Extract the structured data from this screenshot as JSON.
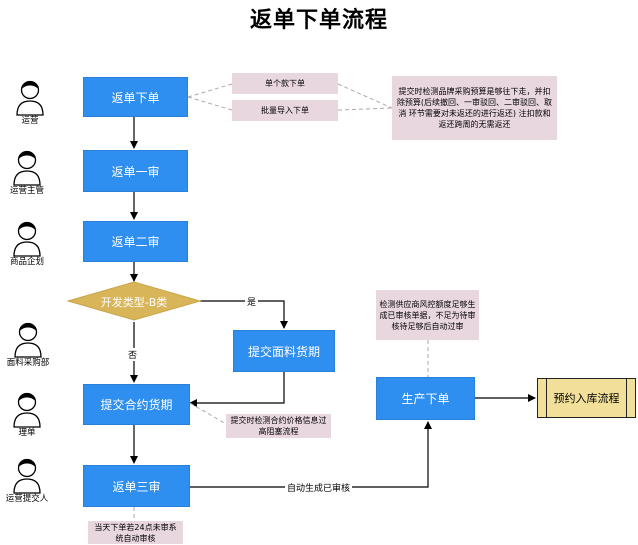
{
  "title": "返单下单流程",
  "actors": [
    {
      "key": "yunying",
      "label": "运营"
    },
    {
      "key": "zhuguan",
      "label": "运营主管"
    },
    {
      "key": "qihua",
      "label": "商品企划"
    },
    {
      "key": "caigou",
      "label": "面料采购部"
    },
    {
      "key": "lidan",
      "label": "理单"
    },
    {
      "key": "tijiao",
      "label": "运营提交人"
    }
  ],
  "nodes": {
    "fandan_xiadan": "返单下单",
    "fandan_yishen": "返单一审",
    "fandan_ershen": "返单二审",
    "decision": "开发类型-B类",
    "tijiao_mianliao": "提交面料货期",
    "tijiao_heyue": "提交合约货期",
    "fandan_sanshen": "返单三审",
    "shengchan_xiadan": "生产下单",
    "yuyue_ruku": "预约入库流程"
  },
  "notes": {
    "single": "单个款下单",
    "batch": "批量导入下单",
    "budget": "提交时检测品牌采购预算是够往下走，并扣除预算(后续撤回、一审驳回、二审驳回、取消 环节需要对未返还的进行返还)  注扣款和返还跨周的无需返还",
    "price_check": "提交时检测合约价格信息过高阻塞流程",
    "auto_review": "当天下单若24点未审系统自动审核",
    "risk_check": "检测供应商风控额度足够生成已审核单据，不足为待审核待足够后自动过审"
  },
  "edge_labels": {
    "yes": "是",
    "no": "否",
    "auto_approved": "自动生成已审核"
  },
  "colors": {
    "process_blue": "#2f8ff0",
    "decision_gold": "#d9b55a",
    "note_pink": "#e9d7e0",
    "final_yellow": "#f2df99"
  }
}
